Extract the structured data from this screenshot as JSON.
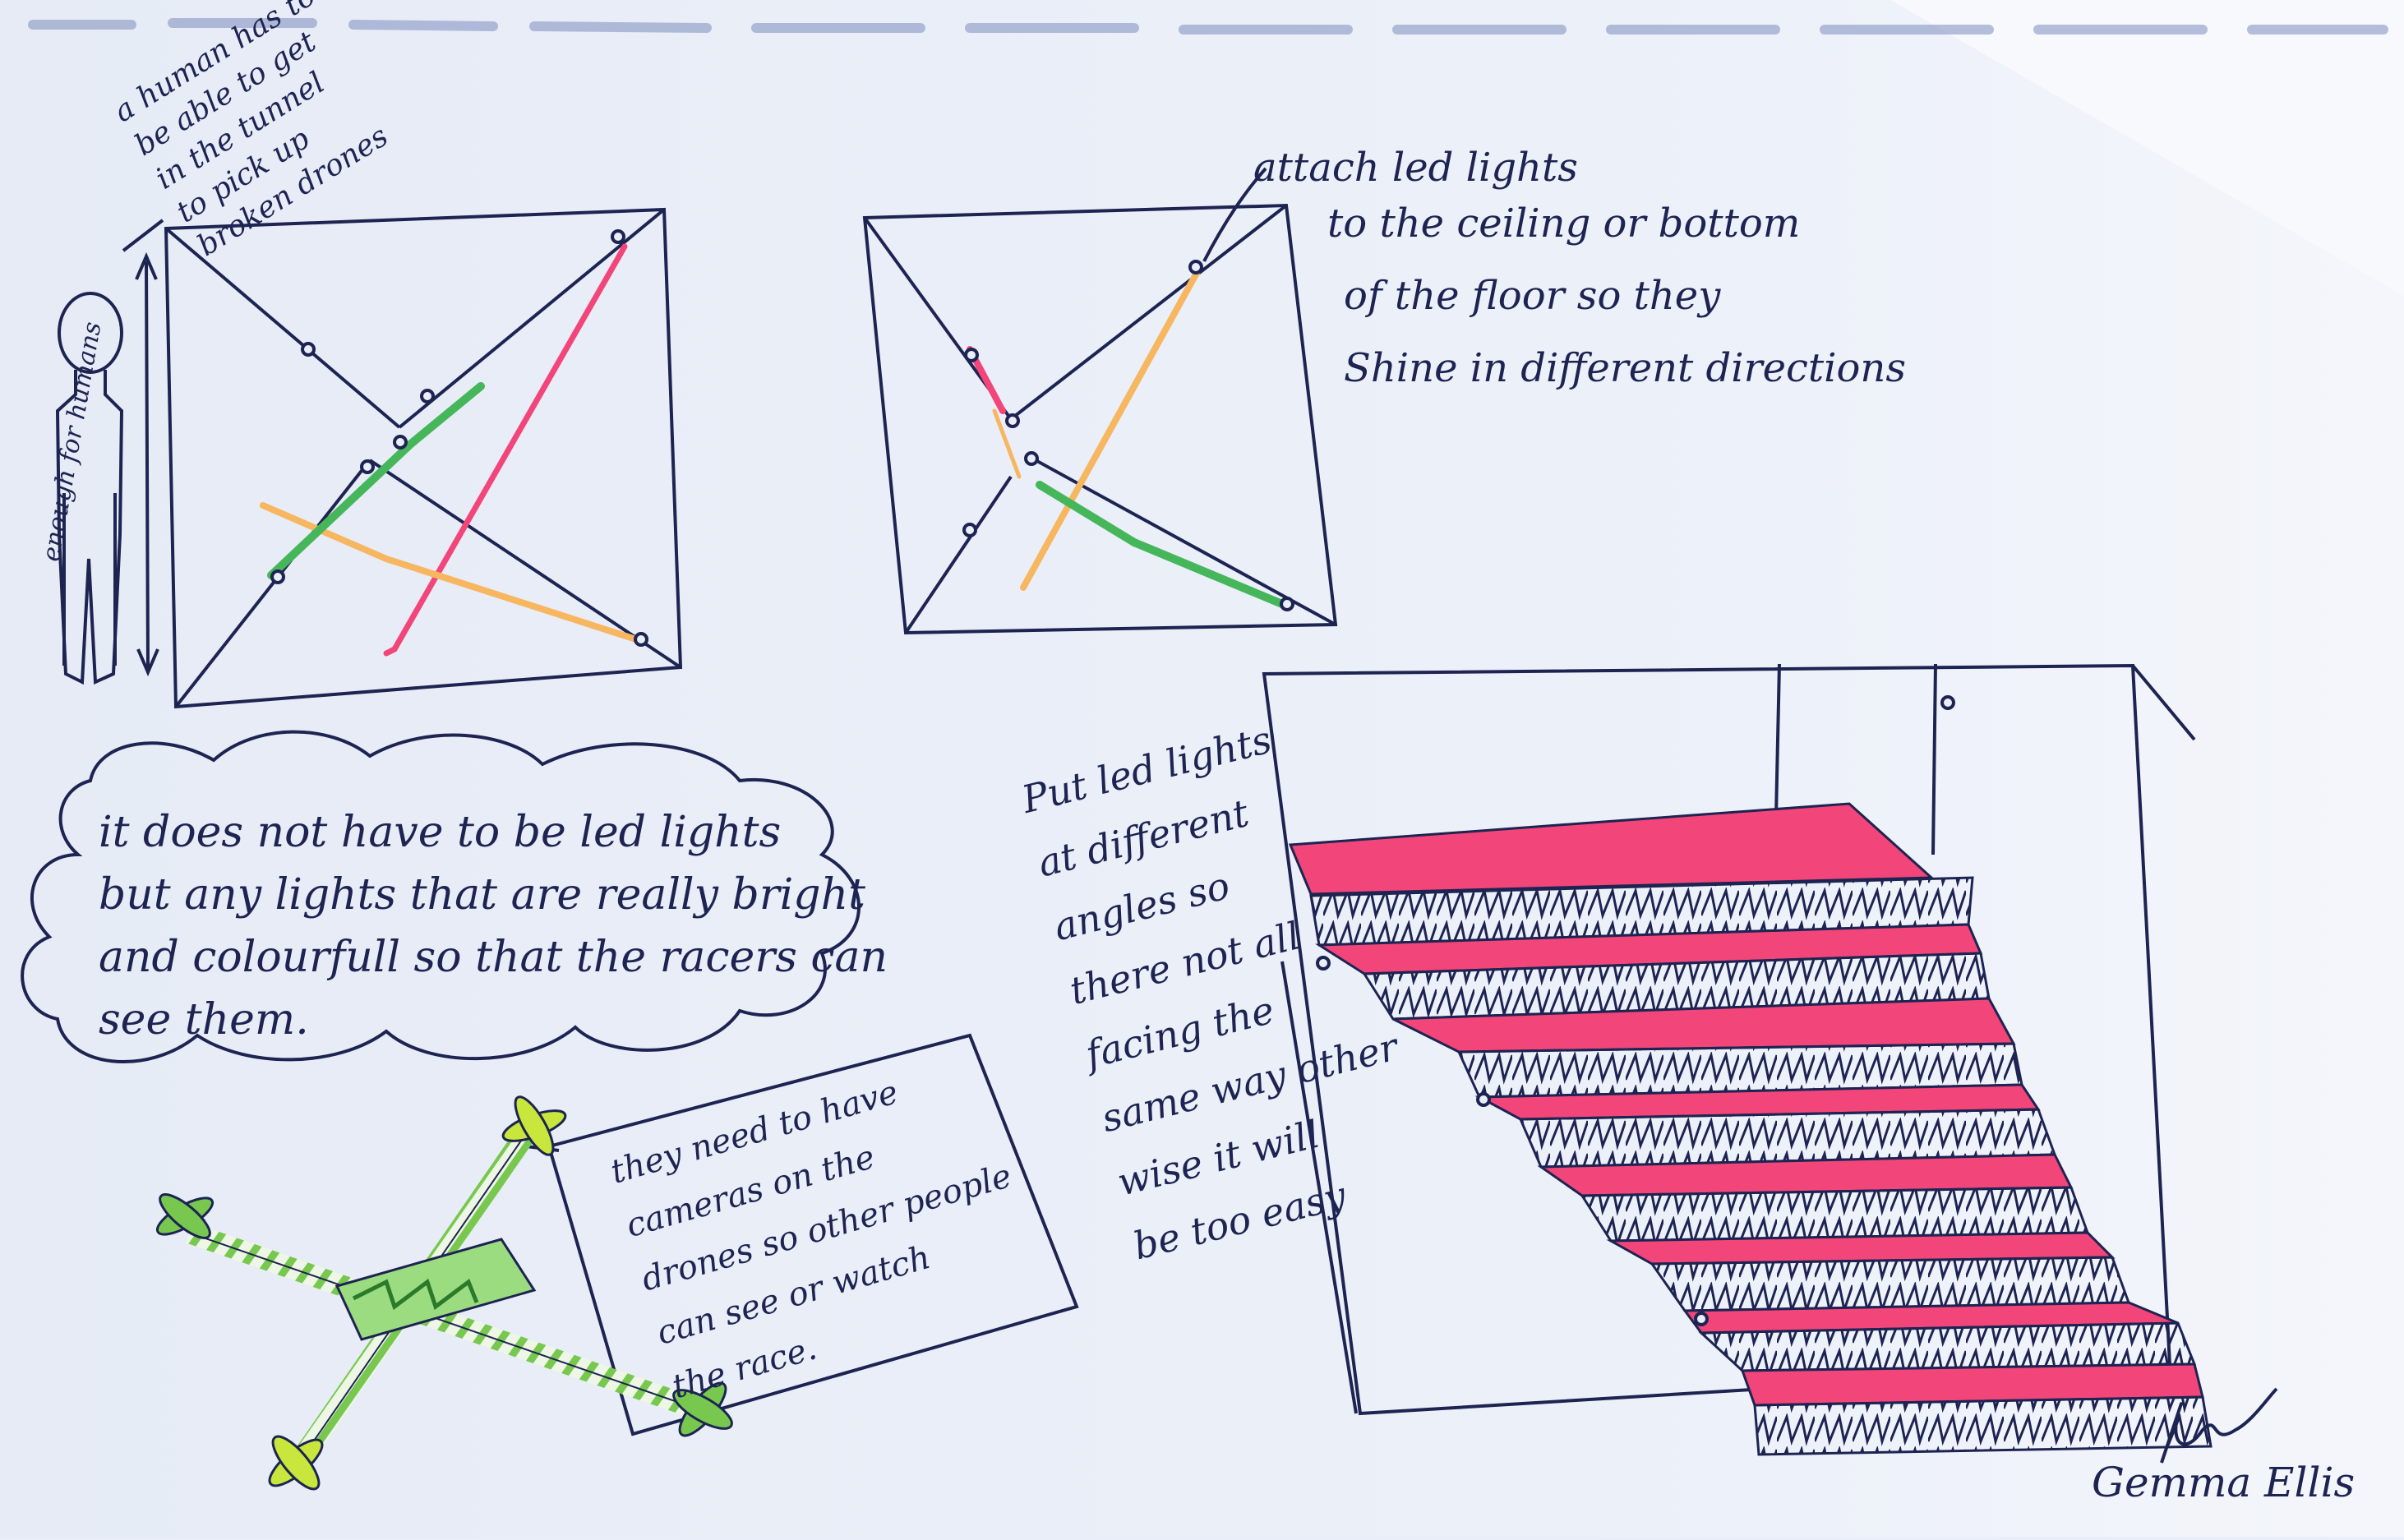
{
  "notes": {
    "human_access": [
      "a human has to get",
      "be able to get",
      "in the tunnel",
      "to pick up",
      "broken drones"
    ],
    "human_height": "enough for humans",
    "led_attach": [
      "attach led lights",
      "to the ceiling or bottom",
      "of the floor so they",
      "Shine in different directions"
    ],
    "cloud": [
      "it does not have to be led lights",
      "but any lights that are really bright",
      "and colourfull so that the racers can",
      "see them."
    ],
    "angles": [
      "Put led lights",
      "at different",
      "angles so",
      "there not all",
      "facing the",
      "same way other",
      "wise it will",
      "be too easy"
    ],
    "cameras": [
      "they need to have",
      "cameras on the",
      "drones so other people",
      "can see or watch",
      "the race."
    ]
  },
  "signature": "Gemma Ellis",
  "colors": {
    "paper": "#e9eef8",
    "ink": "#1d2452",
    "pink": "#f2457a",
    "green": "#45b65a",
    "orange": "#f7b660",
    "drone_green": "#78c850",
    "lime": "#c8e63c"
  }
}
